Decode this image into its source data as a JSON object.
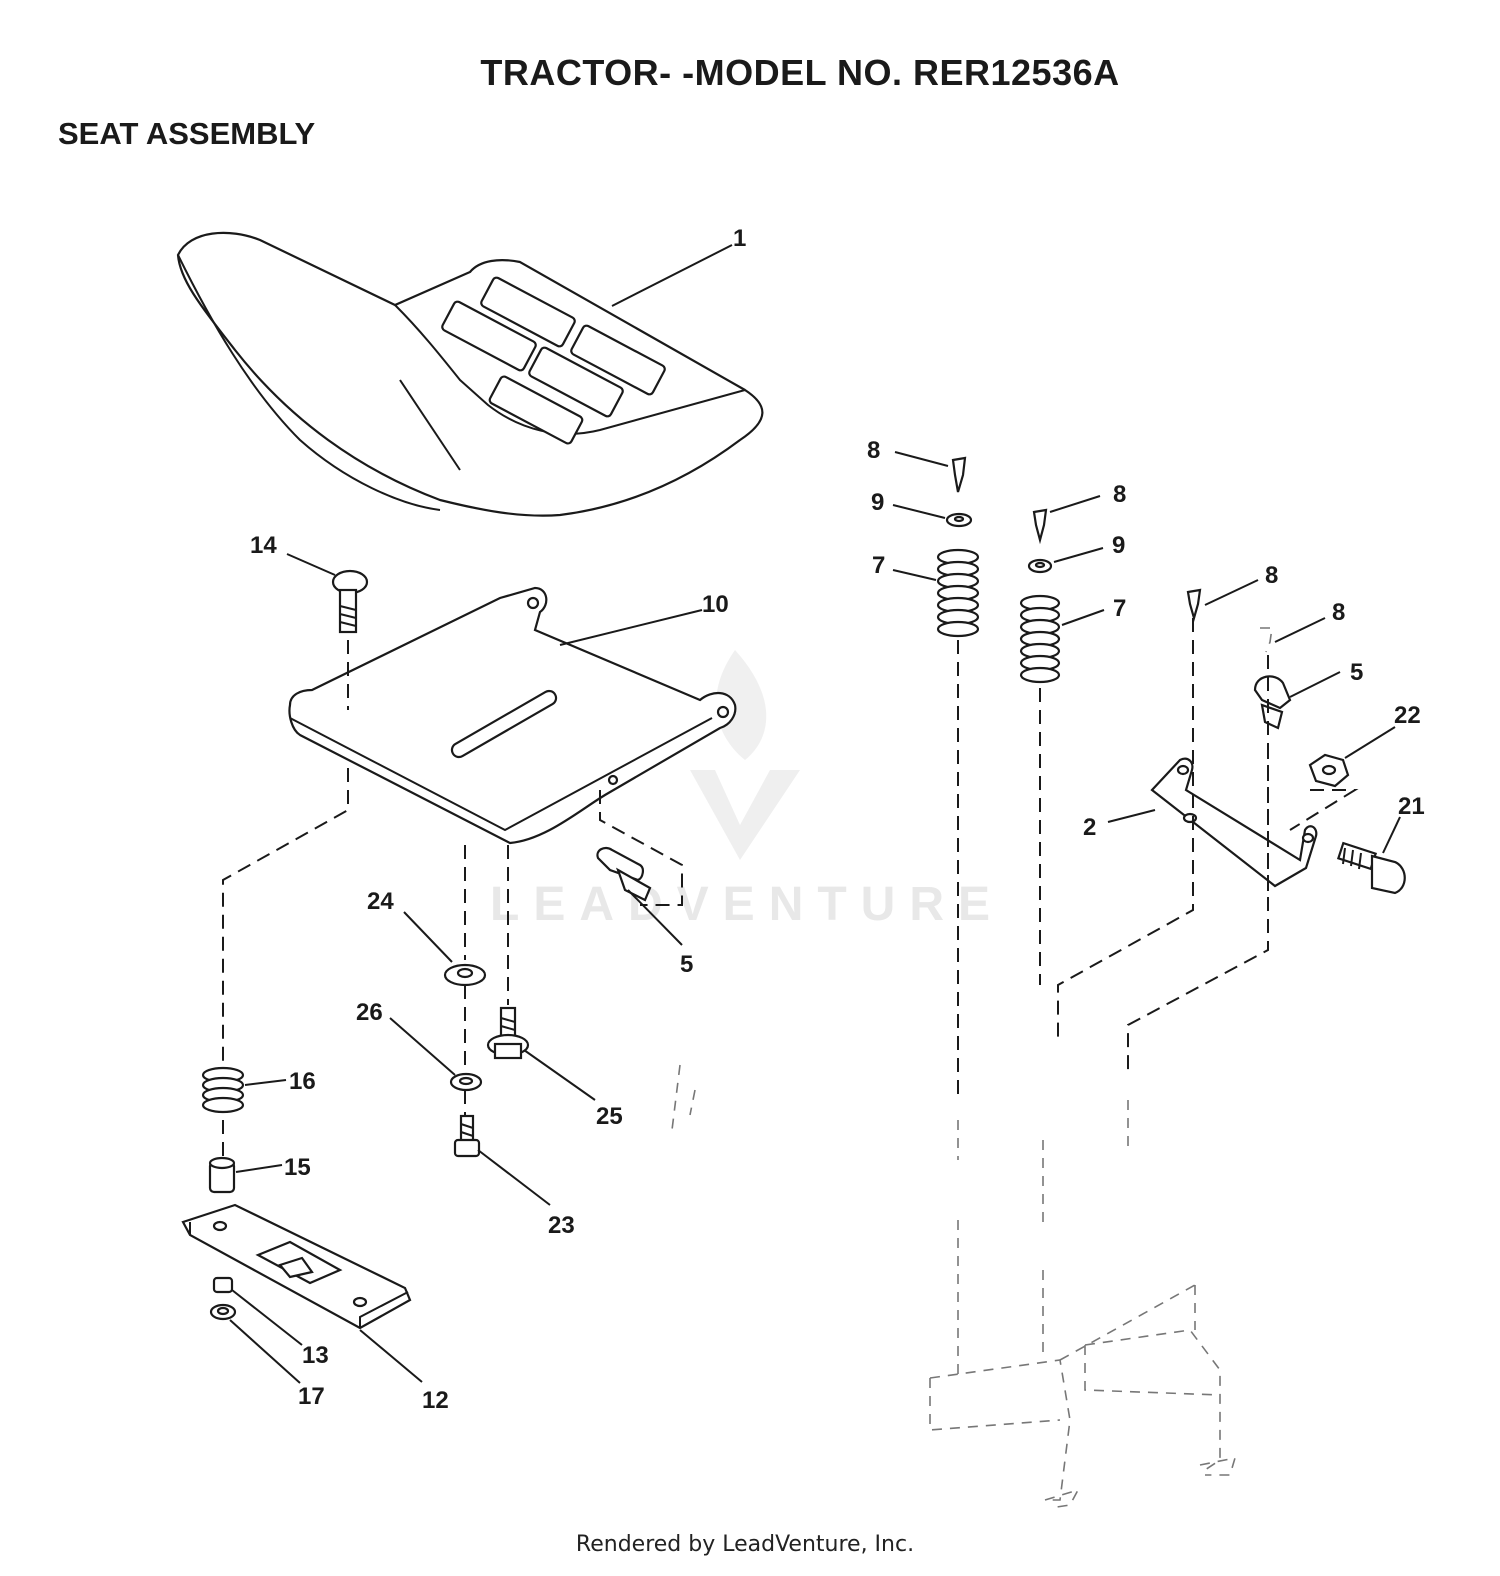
{
  "header": {
    "title": "TRACTOR- -MODEL NO. RER12536A",
    "section": "SEAT ASSEMBLY"
  },
  "watermark": "LEADVENTURE",
  "footer": "Rendered by LeadVenture, Inc.",
  "callouts": {
    "c1": "1",
    "c2": "2",
    "c5a": "5",
    "c5b": "5",
    "c7a": "7",
    "c7b": "7",
    "c8a": "8",
    "c8b": "8",
    "c8c": "8",
    "c8d": "8",
    "c9a": "9",
    "c9b": "9",
    "c10": "10",
    "c12": "12",
    "c13": "13",
    "c14": "14",
    "c15": "15",
    "c16": "16",
    "c17": "17",
    "c21": "21",
    "c22": "22",
    "c23": "23",
    "c24": "24",
    "c25": "25",
    "c26": "26"
  },
  "colors": {
    "ink": "#1a1a1a",
    "watermark": "#e6e6e6",
    "background": "#ffffff"
  }
}
